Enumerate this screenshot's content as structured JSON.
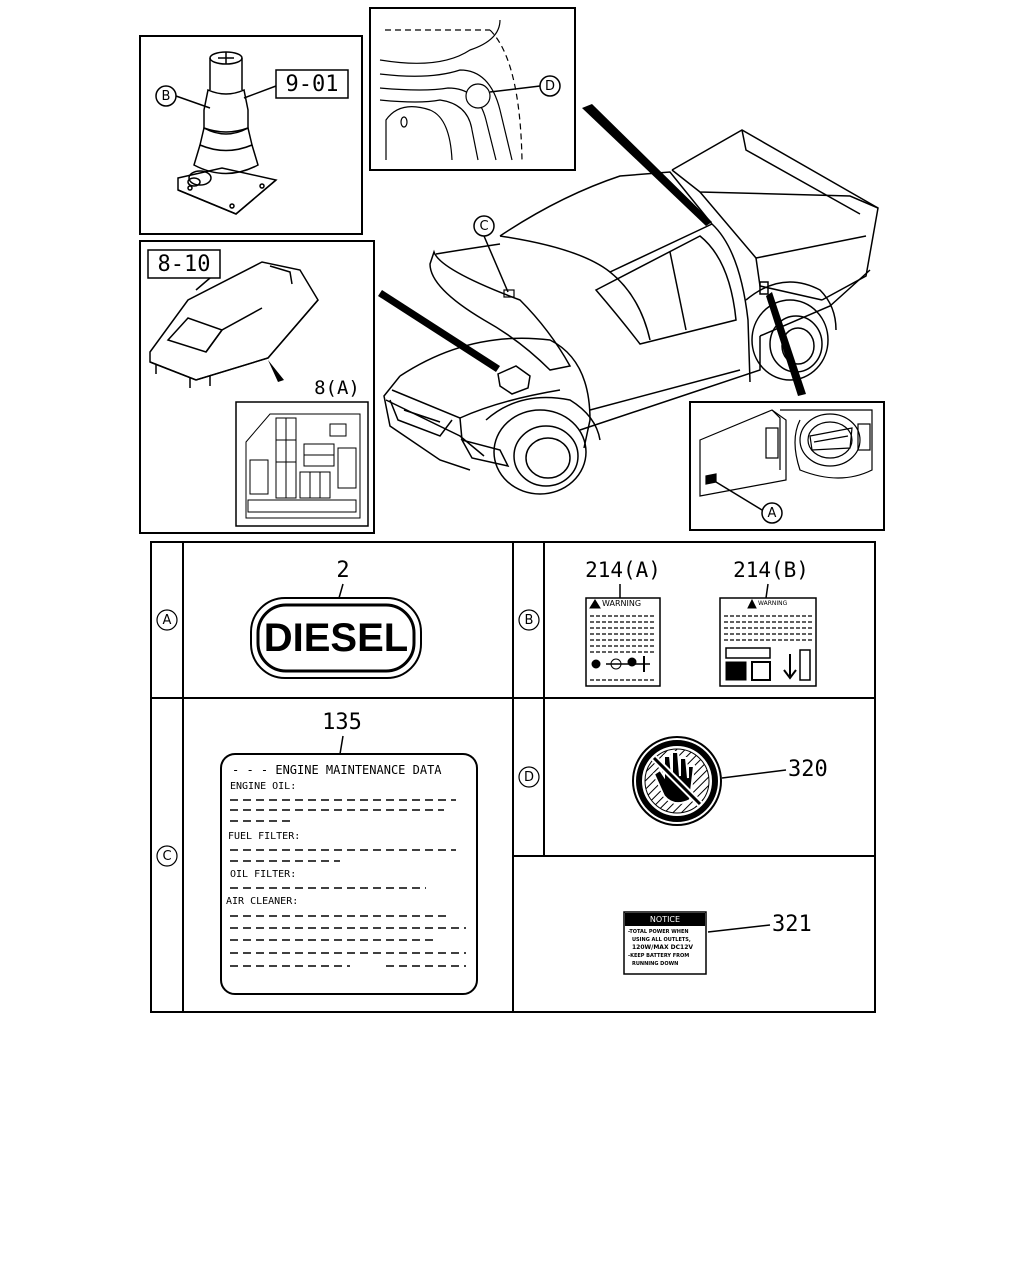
{
  "diagram": {
    "callouts": {
      "jack": "9-01",
      "fuse_box": "8-10",
      "fuse_label": "8(A)",
      "letter_a": "A",
      "letter_b": "B",
      "letter_c": "C",
      "letter_d": "D"
    },
    "table": {
      "row_a": {
        "letter": "A",
        "part_no": "2",
        "label_text": "DIESEL"
      },
      "row_b": {
        "letter": "B",
        "part_a": "214(A)",
        "part_b": "214(B)",
        "warning_a": "WARNING",
        "warning_b": "WARNING"
      },
      "row_c": {
        "letter": "C",
        "part_no": "135",
        "title": "ENGINE MAINTENANCE DATA",
        "fields": [
          "ENGINE OIL:",
          "FUEL FILTER:",
          "OIL FILTER:",
          "AIR CLEANER:"
        ]
      },
      "row_d": {
        "letter": "D",
        "part_320": "320",
        "part_321": "321"
      },
      "notice": {
        "title": "NOTICE",
        "lines": [
          "-TOTAL POWER WHEN",
          "USING ALL OUTLETS,",
          "120W/MAX DC12V",
          "-KEEP BATTERY FROM",
          "RUNNING DOWN"
        ]
      }
    }
  }
}
